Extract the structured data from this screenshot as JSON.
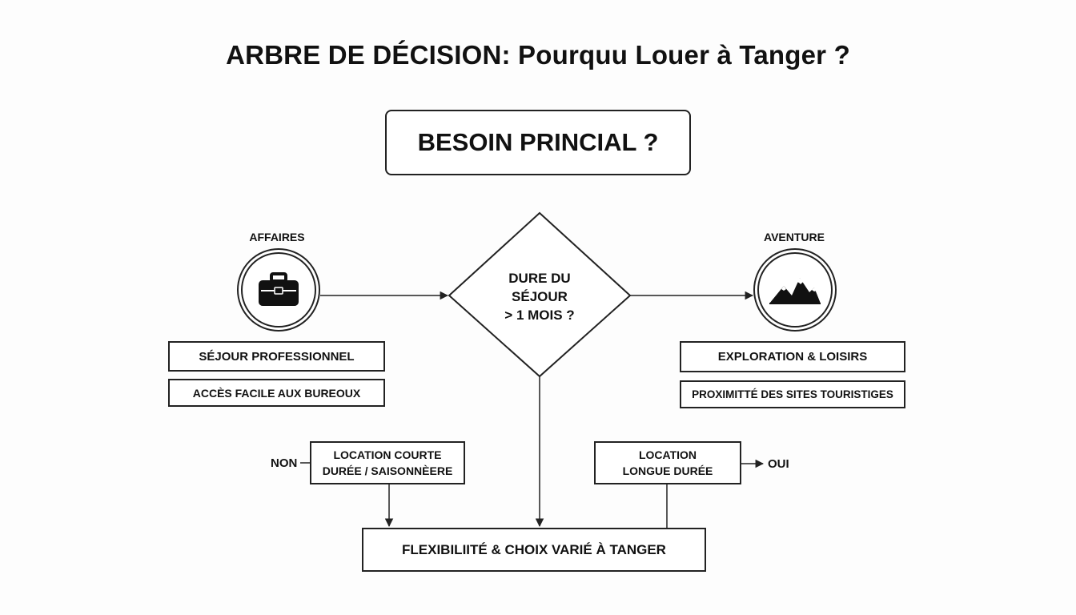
{
  "title": "ARBRE DE DÉCISION: Pourquu Louer à Tanger ?",
  "root": {
    "label": "BESOIN PRINCIAL ?"
  },
  "decision": {
    "lines": [
      "DURE DU",
      "SÉJOUR",
      "> 1 MOIS ?"
    ]
  },
  "business": {
    "label": "AFFAIRES",
    "icon": "briefcase-icon",
    "box1": "SÉJOUR PROFESSIONNEL",
    "box2": "ACCÈS FACILE AUX BUREOUX"
  },
  "adventure": {
    "label": "AVENTURE",
    "icon": "mountains-icon",
    "box1": "EXPLORATION & LOISIRS",
    "box2": "PROXIMITTÉ DES SITES TOURISTIGES"
  },
  "short_rental": {
    "lines": [
      "LOCATION COURTE",
      "DURÉE / SAISONNÈERE"
    ],
    "edge_label": "NON"
  },
  "long_rental": {
    "lines": [
      "LOCATION",
      "LONGUE DURÉE"
    ],
    "edge_label": "OUI"
  },
  "final": {
    "label": "FLEXIBILIITÉ & CHOIX VARIÉ À TANGER"
  },
  "colors": {
    "stroke": "#222222",
    "background": "#fdfdfd"
  }
}
